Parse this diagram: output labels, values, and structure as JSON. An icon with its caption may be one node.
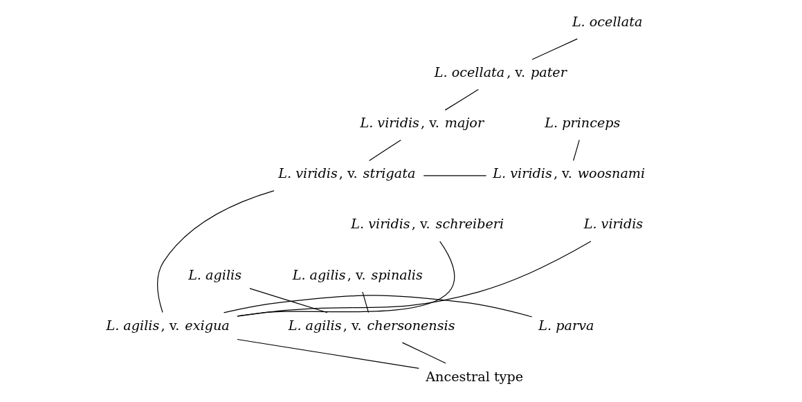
{
  "diagram": {
    "nodes": [
      {
        "text": [
          "L. ocellata"
        ]
      },
      {
        "text": [
          "*L. ocellata*, v. *pater*"
        ]
      },
      {
        "text": [
          "*L. viridis*, v. *major*"
        ]
      },
      {
        "text": [
          "L. princeps"
        ]
      },
      {
        "text": [
          "*L. viridis*, v. *strigata*"
        ]
      },
      {
        "text": [
          "*L. viridis*, v. *woosnami*"
        ]
      },
      {
        "text": [
          "*L. viridis*, v. *schreiberi*"
        ]
      },
      {
        "text": [
          "L. viridis"
        ]
      },
      {
        "text": [
          "L. agilis"
        ]
      },
      {
        "text": [
          "*L. agilis*, v. *spinalis*"
        ]
      },
      {
        "text": [
          "*L. agilis*, v. *chersonensis*"
        ]
      },
      {
        "text": [
          "*L. agilis*, v. *exigua*"
        ]
      },
      {
        "text": [
          "L. parva"
        ]
      },
      {
        "text": [
          "Ancestral type"
        ]
      }
    ],
    "edges": [
      {
        "from": 0,
        "to": 1,
        "arrow": "none"
      },
      {
        "from": 1,
        "to": 2,
        "arrow": "none"
      },
      {
        "from": 2,
        "to": 4,
        "arrow": "none"
      },
      {
        "from": 3,
        "to": 5,
        "arrow": "none"
      },
      {
        "from": 4,
        "to": 5,
        "arrow": "none"
      },
      {
        "from": 11,
        "to": 4,
        "arrow": "none"
      },
      {
        "from": 11,
        "to": 6,
        "arrow": "none"
      },
      {
        "from": 11,
        "to": 7,
        "arrow": "none"
      },
      {
        "from": 10,
        "to": 8,
        "arrow": "none"
      },
      {
        "from": 10,
        "to": 9,
        "arrow": "none"
      },
      {
        "from": 13,
        "to": 10,
        "arrow": "none"
      },
      {
        "from": 13,
        "to": 11,
        "arrow": "none"
      },
      {
        "from": 11,
        "to": 12,
        "arrow": "none"
      }
    ]
  }
}
